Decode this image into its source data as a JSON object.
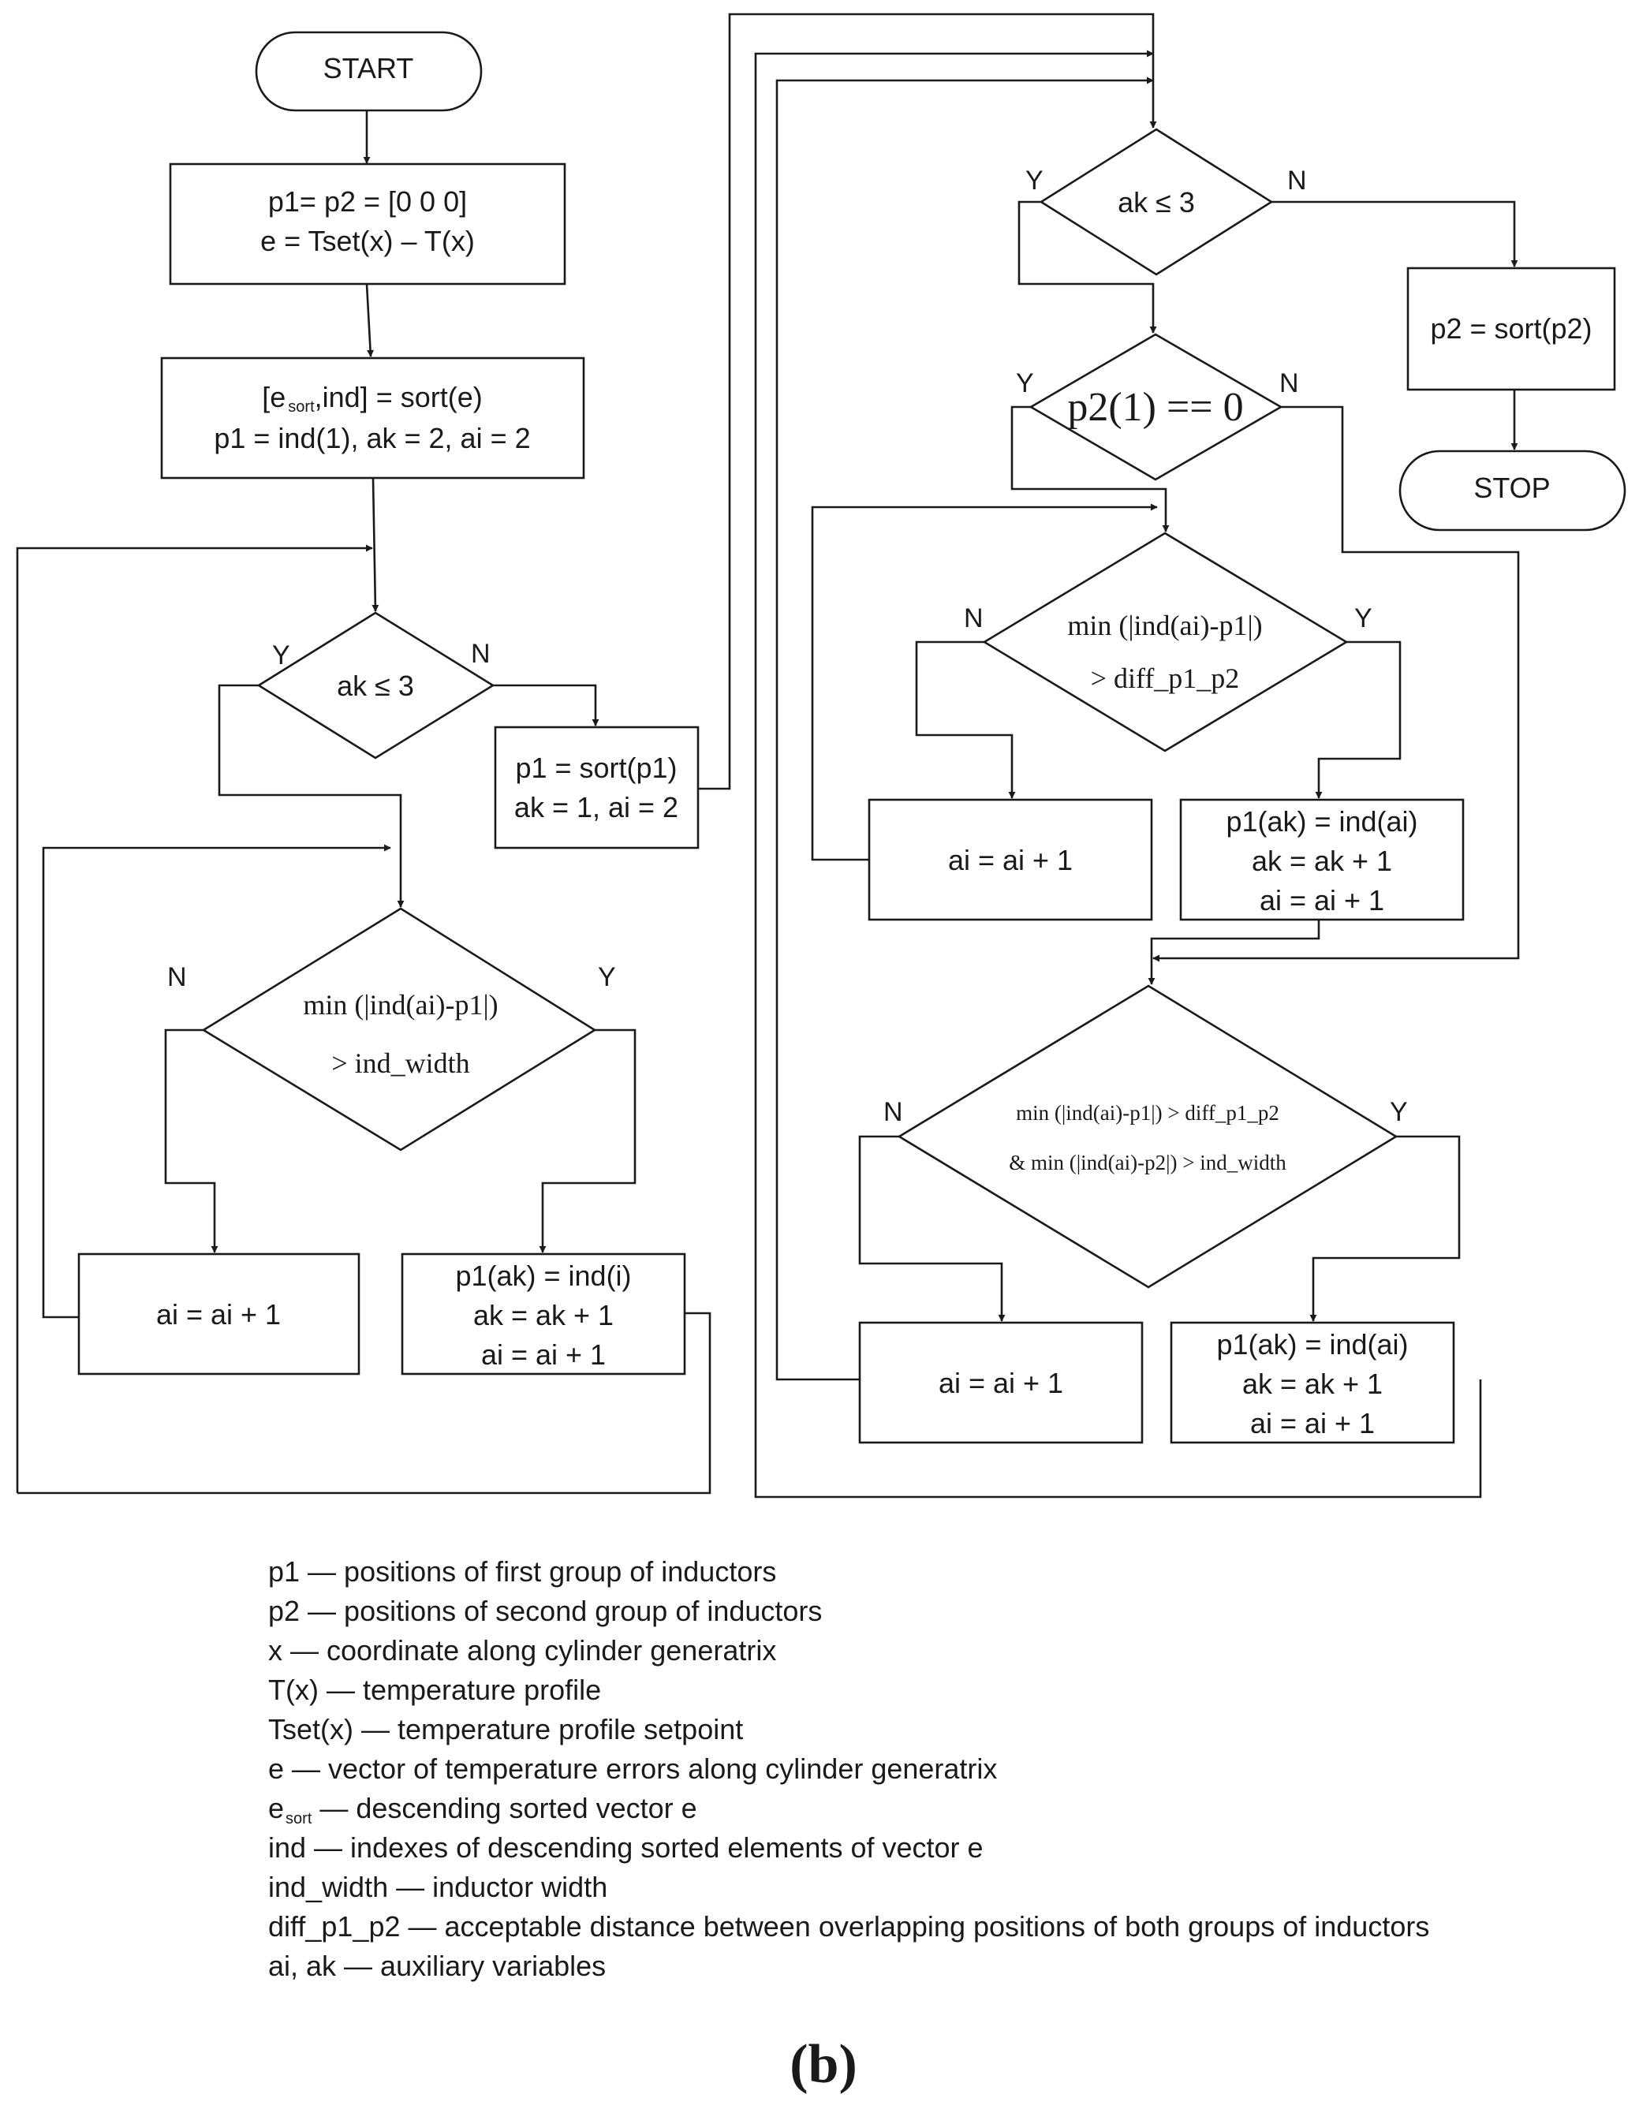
{
  "terminals": {
    "start": "START",
    "stop": "STOP"
  },
  "left": {
    "init_line1": "p1= p2 = [0 0 0]",
    "init_line2": "e = Tset(x) – T(x)",
    "sort_prefix": "[e",
    "sort_sub": "sort",
    "sort_suffix": ",ind] = sort(e)",
    "sort_line2": "p1 = ind(1), ak = 2, ai = 2",
    "cond_ak": "ak ≤ 3",
    "p1sort_line1": "p1 = sort(p1)",
    "p1sort_line2": "ak = 1, ai = 2",
    "cond_min_line1": "min (|ind(ai)-p1|)",
    "cond_min_line2": "> ind_width",
    "inc_ai": "ai = ai + 1",
    "assign_line1": "p1(ak) = ind(i)",
    "assign_line2": "ak = ak + 1",
    "assign_line3": "ai = ai + 1"
  },
  "right": {
    "cond_ak": "ak ≤ 3",
    "p2sort": "p2 = sort(p2)",
    "cond_p2": "p2(1) == 0",
    "cond_min_line1": "min (|ind(ai)-p1|)",
    "cond_min_line2": "> diff_p1_p2",
    "inc_ai_1": "ai = ai + 1",
    "assign1_line1": "p1(ak) = ind(ai)",
    "assign1_line2": "ak = ak + 1",
    "assign1_line3": "ai = ai + 1",
    "cond_dual_line1": "min (|ind(ai)-p1|) > diff_p1_p2",
    "cond_dual_line2": "& min (|ind(ai)-p2|) > ind_width",
    "inc_ai_2": "ai = ai + 1",
    "assign2_line1": "p1(ak) = ind(ai)",
    "assign2_line2": "ak = ak + 1",
    "assign2_line3": "ai = ai + 1"
  },
  "branch_labels": {
    "yes": "Y",
    "no": "N"
  },
  "legend": [
    "p1 — positions of first group of inductors",
    "p2 — positions of second group of inductors",
    "x — coordinate along cylinder generatrix",
    "T(x) — temperature profile",
    "Tset(x) — temperature profile setpoint",
    "e — vector of temperature errors along cylinder generatrix",
    "ind — indexes of descending sorted elements of vector e",
    "ind_width — inductor width",
    "diff_p1_p2 — acceptable distance between overlapping positions of both groups of inductors",
    "ai, ak — auxiliary variables"
  ],
  "legend_esort": {
    "base": "e",
    "sub": "sort",
    "text": " — descending sorted vector e"
  },
  "caption": "(b)"
}
